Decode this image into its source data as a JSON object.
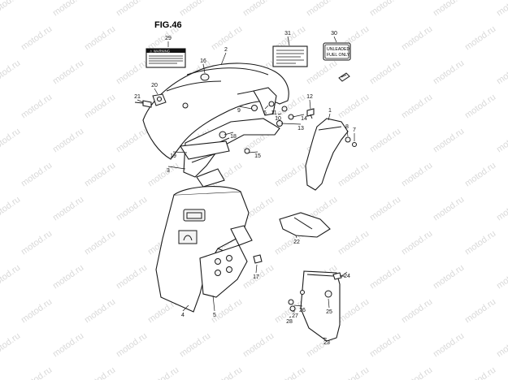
{
  "figure": {
    "title": "FIG.46"
  },
  "labels": {
    "warning": "⚠ WARNING",
    "unleaded_line1": "UNLEADED",
    "unleaded_line2": "FUEL ONLY"
  },
  "watermark": "motod.ru",
  "callouts": [
    "29",
    "2",
    "16",
    "20",
    "21",
    "31",
    "30",
    "12",
    "1",
    "9",
    "6",
    "11",
    "14",
    "10",
    "13",
    "8",
    "7",
    "18",
    "19",
    "15",
    "3",
    "4",
    "5",
    "17",
    "22",
    "24",
    "26",
    "25",
    "27",
    "28",
    "23"
  ]
}
